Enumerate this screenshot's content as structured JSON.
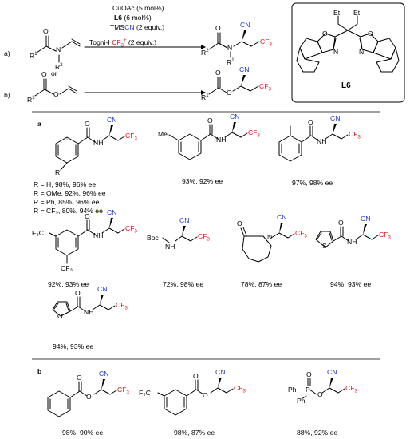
{
  "reaction": {
    "label_a": "a)",
    "label_b": "b)",
    "or": "or",
    "conditions": {
      "line1": "CuOAc (5 mol%)",
      "line2_bold": "L6",
      "line2_rest": " (6 mol%)",
      "line3_pre": "TMS",
      "line3_blue": "CN",
      "line3_post": " (2 equiv.)",
      "line4_pre": "Togni-I ",
      "line4_red": "CF",
      "line4_red_sub": "3",
      "line4_red_sup": "+",
      "line4_post": " (2 equiv,)"
    },
    "ligand_label": "L6",
    "ligand_et1": "Et",
    "ligand_et2": "Et"
  },
  "sections": {
    "a_label": "a",
    "b_label": "b"
  },
  "yields": {
    "r_series": [
      "R = H,      98%, 96% ee",
      "R = OMe, 92%, 96% ee",
      "R = Ph,    85%, 96% ee",
      "R = CF₃,  80%, 94% ee"
    ],
    "p2": "93%, 92% ee",
    "p3": "97%, 98% ee",
    "p4": "92%, 93% ee",
    "p5": "72%, 98% ee",
    "p6": "78%, 87% ee",
    "p7": "94%, 93% ee",
    "p8": "94%, 93% ee",
    "p9": "98%, 90% ee",
    "p10": "98%, 87% ee",
    "p11": "88%, 92% ee"
  },
  "atoms": {
    "cn": "CN",
    "cf3": "CF",
    "three": "3",
    "o": "O",
    "n": "N",
    "h": "H",
    "r": "R",
    "r1": "R",
    "r2": "R",
    "one": "1",
    "two": "2",
    "me": "Me",
    "boc": "Boc",
    "s": "S",
    "ph": "Ph",
    "p": "P",
    "f3c": "F₃C",
    "cf3_sub": "CF₃"
  },
  "colors": {
    "red": "#e0141b",
    "blue": "#1f38c8",
    "black": "#000000"
  }
}
